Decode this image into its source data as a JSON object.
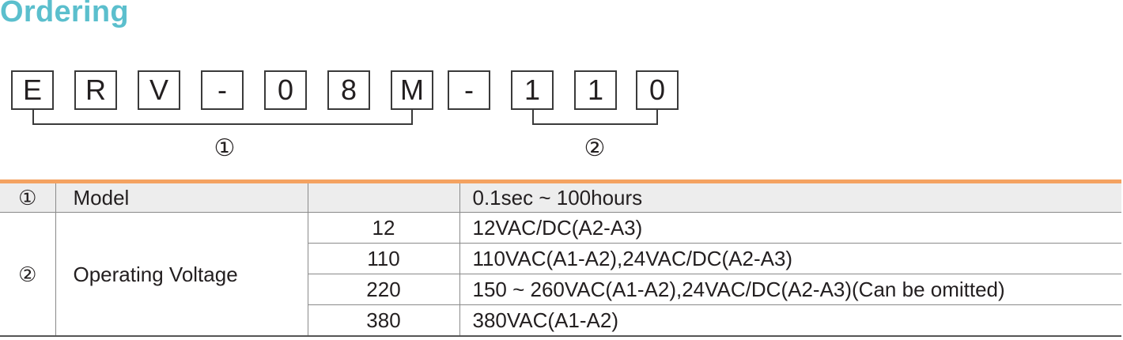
{
  "title": "Ordering",
  "code_chars": [
    "E",
    "R",
    "V",
    "-",
    "0",
    "8",
    "M",
    "-",
    "1",
    "1",
    "0"
  ],
  "markers": [
    "①",
    "②"
  ],
  "table": {
    "rows": [
      {
        "num": "①",
        "item": "Model",
        "code": "",
        "desc": "0.1sec ~ 100hours"
      },
      {
        "num": "②",
        "item": "Operating Voltage",
        "options": [
          {
            "code": "12",
            "desc": "12VAC/DC(A2-A3)"
          },
          {
            "code": "110",
            "desc": "110VAC(A1-A2),24VAC/DC(A2-A3)"
          },
          {
            "code": "220",
            "desc": "150 ~ 260VAC(A1-A2),24VAC/DC(A2-A3)(Can be omitted)"
          },
          {
            "code": "380",
            "desc": "380VAC(A1-A2)"
          }
        ]
      }
    ]
  },
  "colors": {
    "title": "#5bbfcd",
    "accent_rule": "#f4a261",
    "header_row_bg": "#ededed"
  }
}
